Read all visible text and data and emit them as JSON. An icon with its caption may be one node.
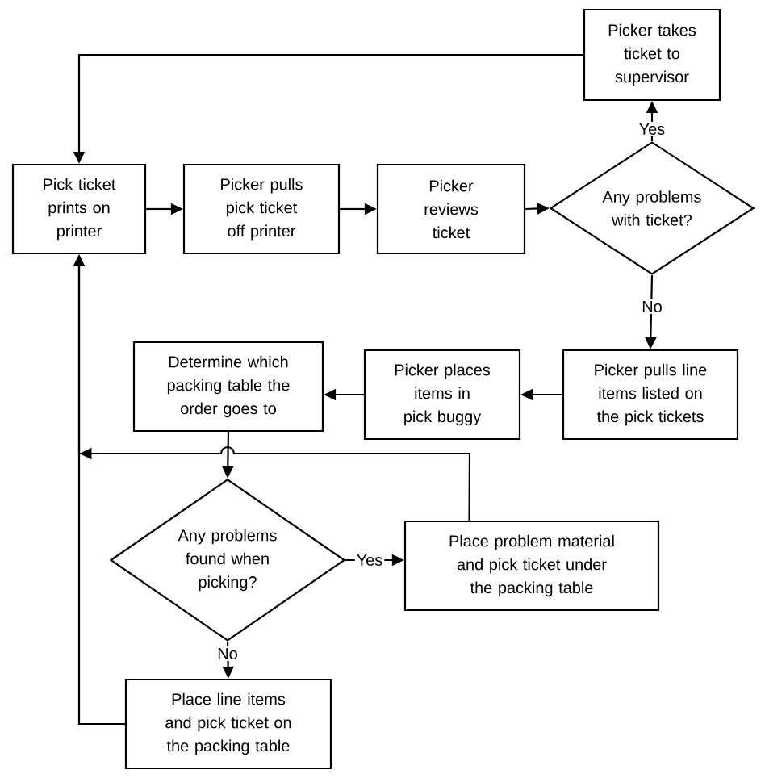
{
  "diagram": {
    "nodes": [
      {
        "text": [
          "Picker takes ticket to supervisor"
        ]
      },
      {
        "text": [
          "Pick ticket prints on printer"
        ]
      },
      {
        "text": [
          "Picker pulls pick ticket off printer"
        ]
      },
      {
        "text": [
          "Picker reviews ticket"
        ]
      },
      {
        "text": [
          "Any problems with ticket?"
        ]
      },
      {
        "text": [
          "Picker pulls line items listed on the pick tickets"
        ]
      },
      {
        "text": [
          "Picker places items in pick buggy"
        ]
      },
      {
        "text": [
          "Determine which packing table the order goes to"
        ]
      },
      {
        "text": [
          "Any problems found when picking?"
        ]
      },
      {
        "text": [
          "Place problem material and pick ticket under the packing table"
        ]
      },
      {
        "text": [
          "Place line items and pick ticket on the packing table"
        ]
      }
    ],
    "edges": [
      {
        "from": 0,
        "to": 1,
        "arrow": "to"
      },
      {
        "from": 1,
        "to": 2,
        "arrow": "to"
      },
      {
        "from": 2,
        "to": 3,
        "arrow": "to"
      },
      {
        "from": 3,
        "to": 4,
        "arrow": "to"
      },
      {
        "from": 4,
        "to": 0,
        "arrow": "to",
        "label": "Yes"
      },
      {
        "from": 4,
        "to": 5,
        "arrow": "to",
        "label": "No"
      },
      {
        "from": 5,
        "to": 6,
        "arrow": "to"
      },
      {
        "from": 6,
        "to": 7,
        "arrow": "to"
      },
      {
        "from": 7,
        "to": 8,
        "arrow": "to"
      },
      {
        "from": 8,
        "to": 9,
        "arrow": "to",
        "label": "Yes"
      },
      {
        "from": 8,
        "to": 10,
        "arrow": "to",
        "label": "No"
      },
      {
        "from": 9,
        "to": 1,
        "arrow": "to"
      },
      {
        "from": 10,
        "to": 1,
        "arrow": "to"
      }
    ]
  }
}
